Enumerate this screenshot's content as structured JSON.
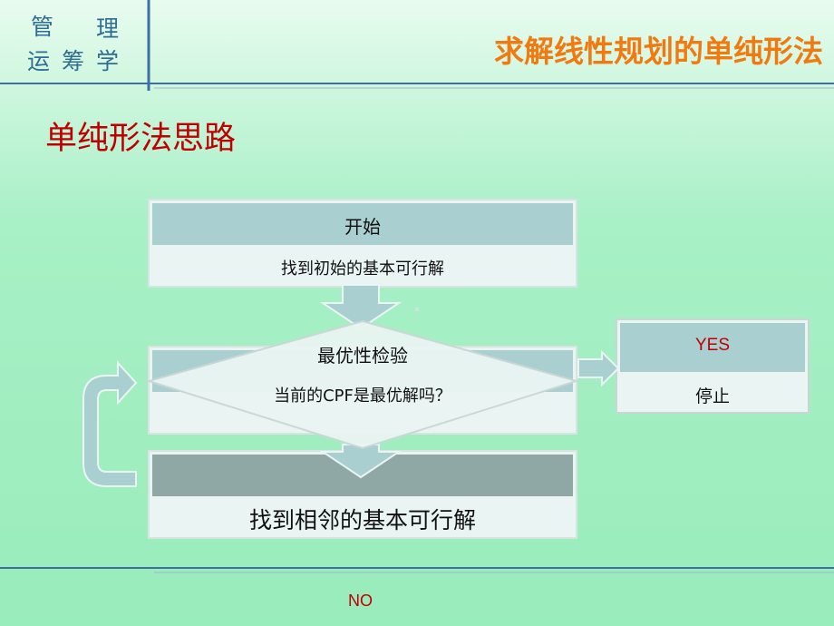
{
  "logo": {
    "chars": [
      "管",
      "理",
      "运",
      "筹",
      "学"
    ]
  },
  "header": {
    "title": "求解线性规划的单纯形法"
  },
  "section": {
    "heading": "单纯形法思路"
  },
  "flow": {
    "start": {
      "label": "开始",
      "detail": "找到初始的基本可行解"
    },
    "test": {
      "label": "最优性检验",
      "question": "当前的CPF是最优解吗？"
    },
    "yes": {
      "label": "YES",
      "detail": "停止"
    },
    "next": {
      "label": "找到相邻的基本可行解"
    },
    "no": {
      "label": "NO"
    }
  },
  "colors": {
    "title": "#f07a10",
    "heading": "#c00000",
    "yes": "#c00000",
    "no": "#c00000",
    "logo": "#2f6e93",
    "box_header": "#a9cfd0",
    "box_body": "#eaf5f3",
    "dark_header": "#8fa8a6"
  }
}
